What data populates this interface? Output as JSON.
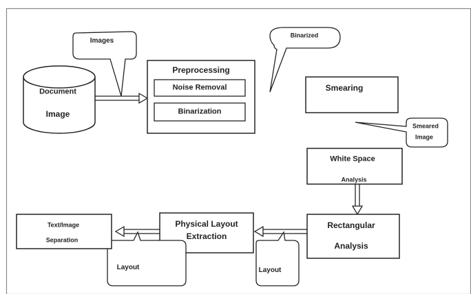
{
  "document_image": {
    "line1": "Document",
    "line2": "Image"
  },
  "callouts": {
    "images": "Images",
    "binarized": "Binarized",
    "smeared_line1": "Smeared",
    "smeared_line2": "Image",
    "layout_left": "Layout",
    "layout_right": "Layout"
  },
  "preprocessing": {
    "title": "Preprocessing",
    "noise_removal": "Noise Removal",
    "binarization": "Binarization"
  },
  "smearing": "Smearing",
  "white_space": {
    "line1": "White Space",
    "line2": "Analysis"
  },
  "rectangular": {
    "line1": "Rectangular",
    "line2": "Analysis"
  },
  "physical_layout": {
    "line1": "Physical Layout",
    "line2": "Extraction"
  },
  "text_image": {
    "line1": "Text/Image",
    "line2": "Separation"
  }
}
